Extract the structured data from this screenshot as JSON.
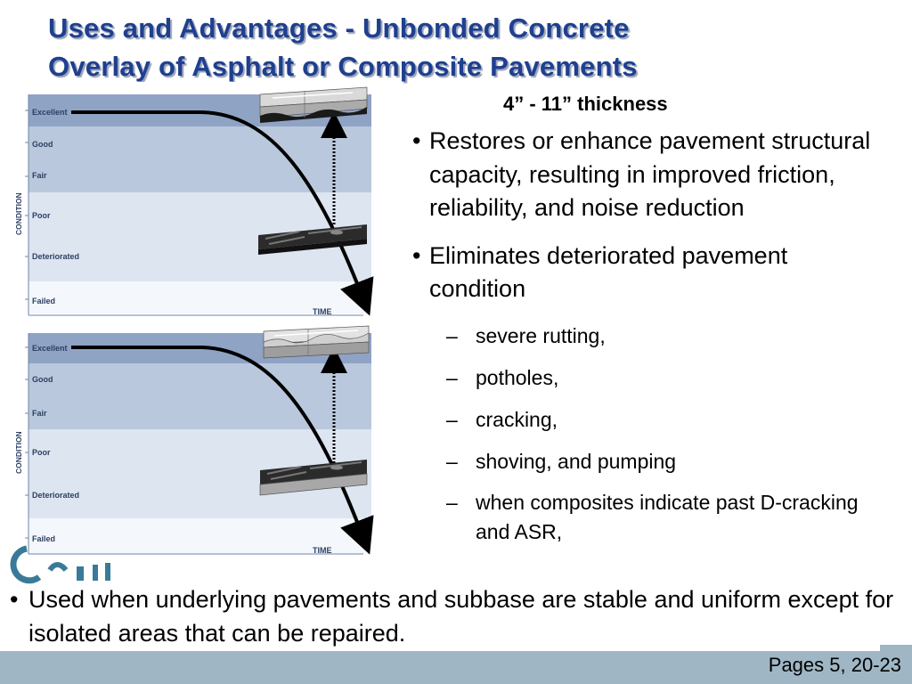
{
  "slide": {
    "title_line1": "Uses and Advantages - Unbonded Concrete",
    "title_line2": "Overlay of Asphalt or Composite Pavements",
    "thickness": "4” - 11” thickness",
    "bullets": [
      "Restores or enhance pavement structural capacity, resulting in improved friction, reliability, and noise reduction",
      "Eliminates deteriorated pavement condition"
    ],
    "sub_bullets": [
      "severe rutting,",
      "potholes,",
      "cracking,",
      "shoving, and pumping",
      "when composites indicate past D-cracking and ASR,"
    ],
    "bottom_bullet": "Used when underlying pavements and subbase are stable and uniform except for isolated areas that can be repaired.",
    "pages": "Pages 5, 20-23",
    "bullet_char": "•",
    "dash_char": "–"
  },
  "diagram": {
    "axis_y_label": "CONDITION",
    "axis_x_label": "TIME",
    "levels": [
      "Excellent",
      "Good",
      "Fair",
      "Poor",
      "Deteriorated",
      "Failed"
    ]
  },
  "colors": {
    "title": "#1f3f8f",
    "band_dark": "#8fa3c5",
    "band_mid": "#b9c8dc",
    "band_light": "#dde5f0",
    "band_white": "#f4f7fb",
    "footer": "#9fb6c5"
  }
}
